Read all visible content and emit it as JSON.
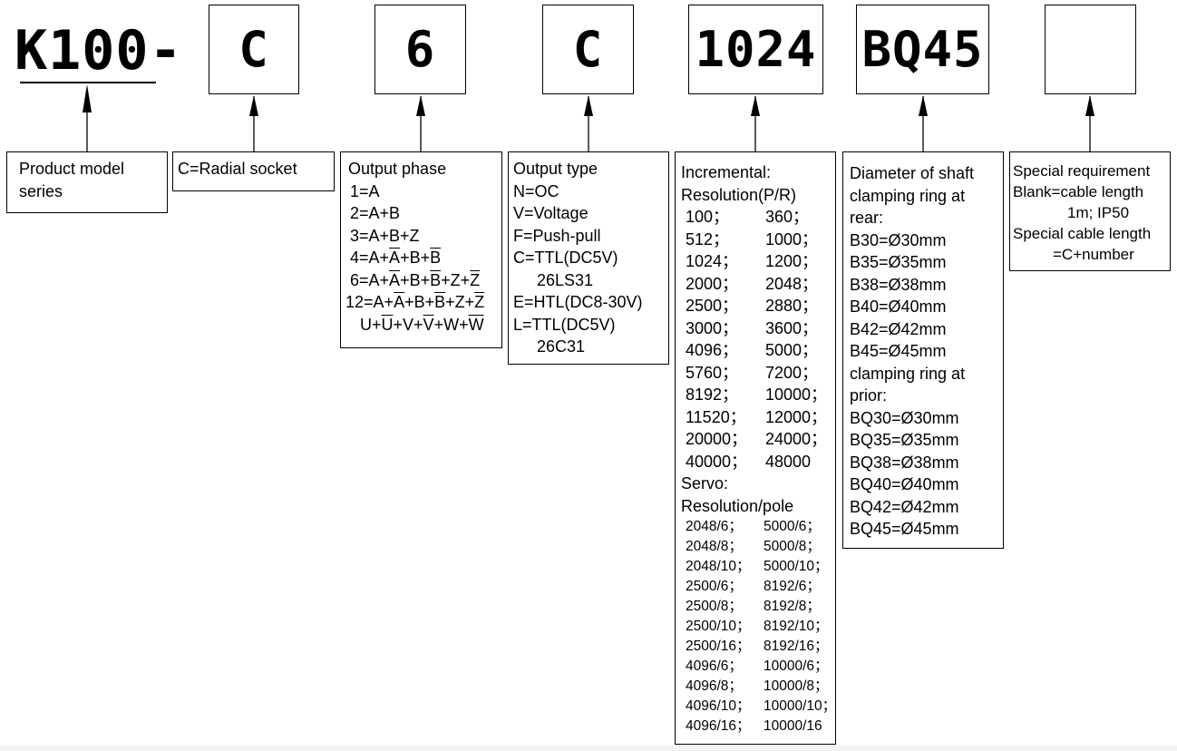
{
  "header": {
    "model": "K100-",
    "codes": [
      "C",
      "6",
      "C",
      "1024",
      "BQ45",
      ""
    ]
  },
  "product_model": {
    "lines": [
      "Product model",
      "series"
    ]
  },
  "socket": {
    "lines": [
      "C=Radial socket"
    ]
  },
  "output_phase": {
    "title": "Output phase",
    "items": [
      {
        "prefix": "1=A",
        "parts": []
      },
      {
        "prefix": "2=A+B",
        "parts": []
      },
      {
        "prefix": "3=A+B+Z",
        "parts": []
      },
      {
        "prefix": "4=A+",
        "parts": [
          "A",
          "+B+",
          "B"
        ]
      },
      {
        "prefix": "6=A+",
        "parts": [
          "A",
          "+B+",
          "B",
          "+Z+",
          "Z"
        ]
      },
      {
        "prefix": "12=A+",
        "parts": [
          "A",
          "+B+",
          "B",
          "+Z+",
          "Z"
        ]
      },
      {
        "prefix": "U+",
        "parts": [
          "U",
          "+V+",
          "V",
          "+W+",
          "W"
        ]
      }
    ]
  },
  "output_type": {
    "lines": [
      "Output type",
      "N=OC",
      "V=Voltage",
      "F=Push-pull",
      "C=TTL(DC5V)",
      "26LS31",
      "E=HTL(DC8-30V)",
      "L=TTL(DC5V)",
      "26C31"
    ]
  },
  "resolution": {
    "incremental_title": "Incremental:",
    "incremental_sub": "Resolution(P/R)",
    "incremental_rows": [
      [
        "100；",
        "360；"
      ],
      [
        "512；",
        "1000；"
      ],
      [
        "1024；",
        "1200；"
      ],
      [
        "2000；",
        "2048；"
      ],
      [
        "2500；",
        "2880；"
      ],
      [
        "3000；",
        "3600；"
      ],
      [
        "4096；",
        "5000；"
      ],
      [
        "5760；",
        "7200；"
      ],
      [
        "8192；",
        "10000；"
      ],
      [
        "11520；",
        "12000；"
      ],
      [
        "20000；",
        "24000；"
      ],
      [
        "40000；",
        "48000"
      ]
    ],
    "servo_title": "Servo:",
    "servo_sub": "Resolution/pole",
    "servo_rows": [
      [
        "2048/6；",
        "5000/6；"
      ],
      [
        "2048/8；",
        "5000/8；"
      ],
      [
        "2048/10；",
        "5000/10；"
      ],
      [
        "2500/6；",
        "8192/6；"
      ],
      [
        "2500/8；",
        "8192/8；"
      ],
      [
        "2500/10；",
        "8192/10；"
      ],
      [
        "2500/16；",
        "8192/16；"
      ],
      [
        "4096/6；",
        "10000/6；"
      ],
      [
        "4096/8；",
        "10000/8；"
      ],
      [
        "4096/10；",
        "10000/10；"
      ],
      [
        "4096/16；",
        "10000/16"
      ]
    ]
  },
  "shaft": {
    "lines": [
      "Diameter of shaft",
      "clamping ring at",
      "rear:",
      "B30=Ø30mm",
      "B35=Ø35mm",
      "B38=Ø38mm",
      "B40=Ø40mm",
      "B42=Ø42mm",
      "B45=Ø45mm",
      "clamping ring at",
      "prior:",
      "BQ30=Ø30mm",
      "BQ35=Ø35mm",
      "BQ38=Ø38mm",
      "BQ40=Ø40mm",
      "BQ42=Ø42mm",
      "BQ45=Ø45mm"
    ]
  },
  "special": {
    "lines": [
      "Special requirement",
      "Blank=cable length",
      "1m; IP50",
      "Special cable length",
      "=C+number"
    ]
  }
}
